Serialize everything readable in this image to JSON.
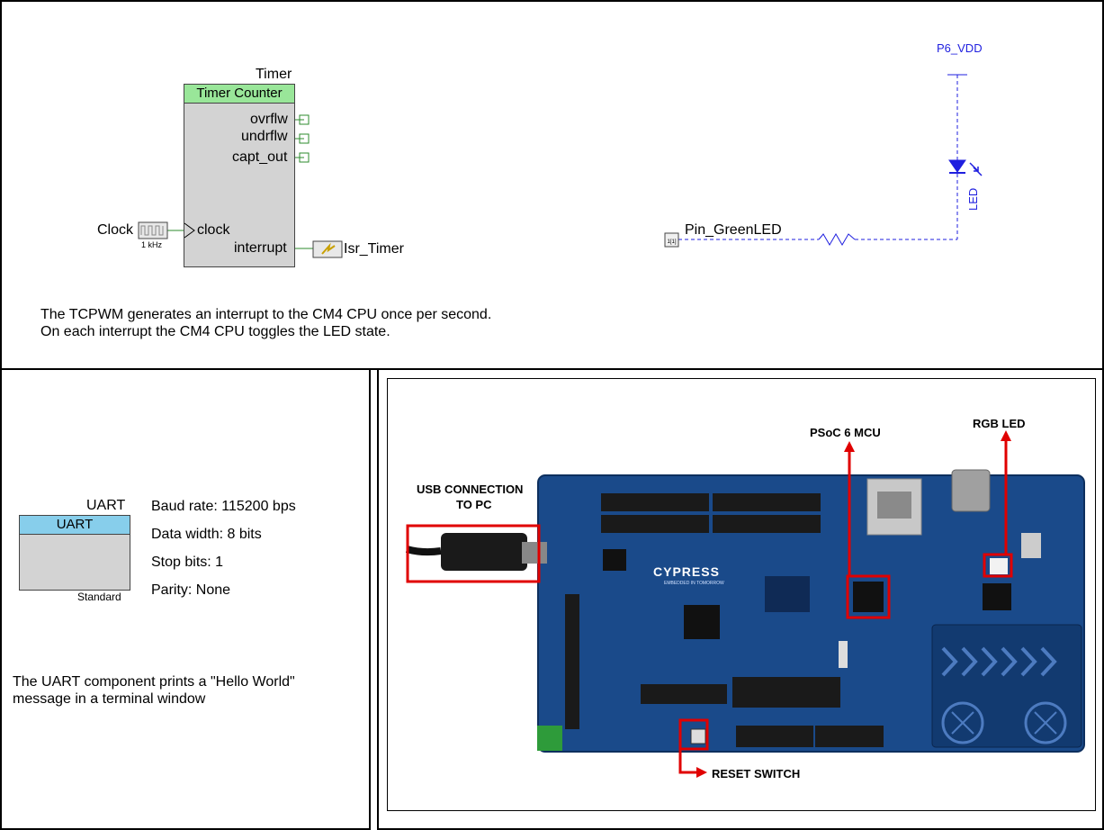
{
  "timer": {
    "instance_name": "Timer",
    "component_title": "Timer Counter",
    "pins_right": [
      "ovrflw",
      "undrflw",
      "capt_out",
      "interrupt"
    ],
    "pin_clock": "clock",
    "clock_label": "Clock",
    "clock_freq": "1 kHz",
    "isr_label": "Isr_Timer",
    "color_header": "#99e699",
    "color_body": "#d3d3d3"
  },
  "led_circuit": {
    "supply_label": "P6_VDD",
    "led_label": "LED",
    "pin_label": "Pin_GreenLED",
    "pin_icon_text": "1[1]",
    "wire_color": "#1f1fdf"
  },
  "description_top": [
    "The TCPWM generates an interrupt to the CM4 CPU once per second.",
    "On each interrupt the CM4 CPU toggles the LED state."
  ],
  "uart": {
    "instance_name": "UART",
    "component_title": "UART",
    "variant": "Standard",
    "color_header": "#87ceeb",
    "settings": [
      "Baud rate: 115200 bps",
      "Data width: 8 bits",
      "Stop bits: 1",
      "Parity: None"
    ],
    "description": [
      "The UART component prints a \"Hello World\"",
      "message in a terminal window"
    ]
  },
  "board": {
    "brand": "CYPRESS",
    "tagline": "EMBEDDED IN TOMORROW",
    "callouts": {
      "usb": [
        "USB CONNECTION",
        "TO PC"
      ],
      "mcu": "PSoC 6 MCU",
      "rgb": "RGB LED",
      "reset": "RESET SWITCH"
    },
    "highlight_color": "#e00000",
    "pcb_color": "#1a4a8a"
  }
}
